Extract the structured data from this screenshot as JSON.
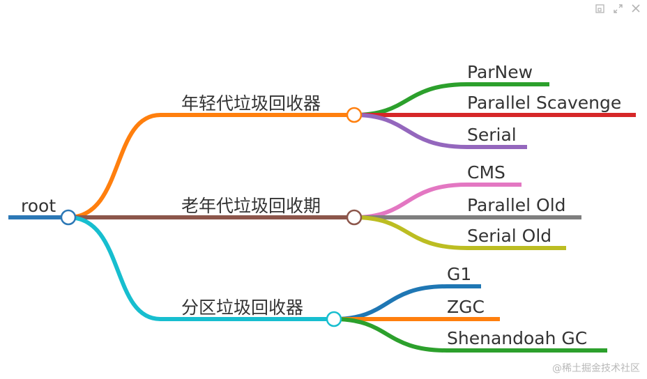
{
  "toolbar": {
    "fit_icon": "fit-view-icon",
    "expand_icon": "fullscreen-icon",
    "close_icon": "close-icon"
  },
  "watermark": "@稀土掘金技术社区",
  "mindmap": {
    "root": {
      "label": "root",
      "color": "#2c78b6"
    },
    "branches": [
      {
        "label": "年轻代垃圾回收器",
        "color": "#ff7f0e",
        "children": [
          {
            "label": "ParNew",
            "color": "#2ca02c"
          },
          {
            "label": "Parallel Scavenge",
            "color": "#d62728"
          },
          {
            "label": "Serial",
            "color": "#9467bd"
          }
        ]
      },
      {
        "label": "老年代垃圾回收期",
        "color": "#8c564b",
        "children": [
          {
            "label": "CMS",
            "color": "#e377c2"
          },
          {
            "label": "Parallel Old",
            "color": "#7f7f7f"
          },
          {
            "label": "Serial Old",
            "color": "#bcbd22"
          }
        ]
      },
      {
        "label": "分区垃圾回收器",
        "color": "#17becf",
        "children": [
          {
            "label": "G1",
            "color": "#1f77b4"
          },
          {
            "label": "ZGC",
            "color": "#ff7f0e"
          },
          {
            "label": "Shenandoah GC",
            "color": "#2ca02c"
          }
        ]
      }
    ]
  }
}
